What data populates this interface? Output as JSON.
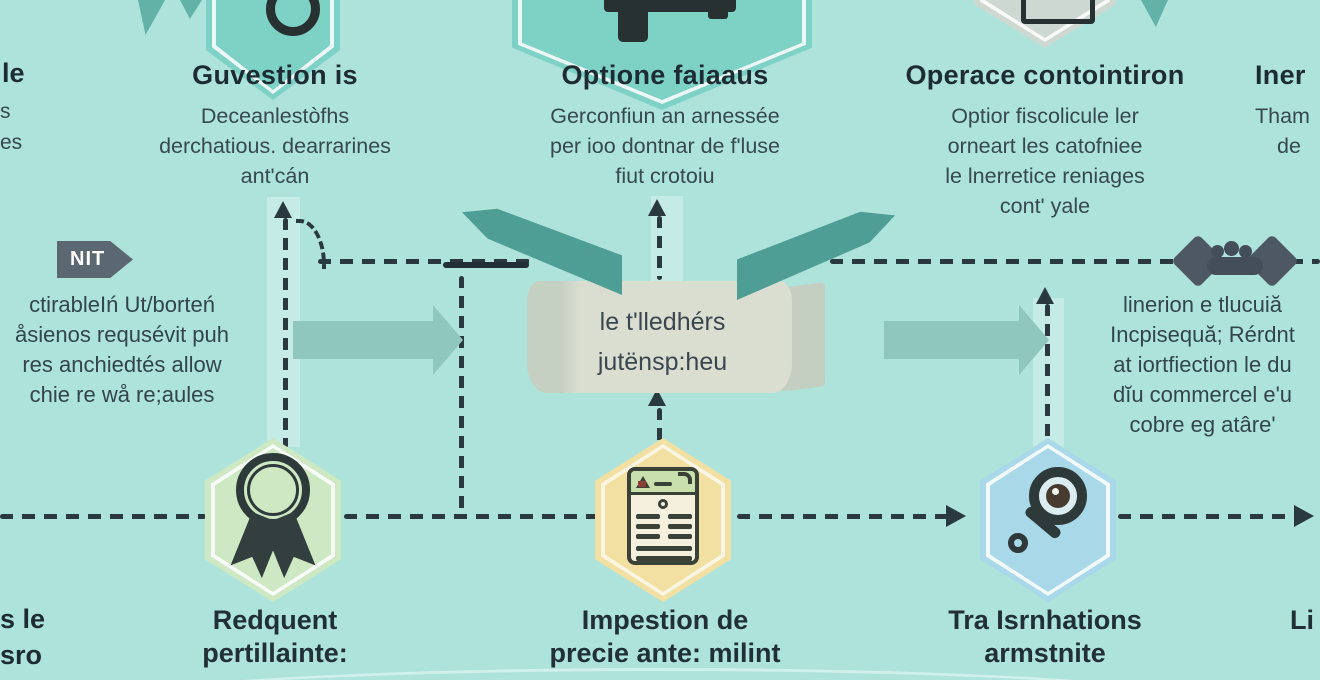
{
  "palette": {
    "background": "#ade3db",
    "ink": "#2a383f",
    "teal_arrow": "#8fc6bd",
    "flap_teal": "#4f9e95",
    "hex_green": "#cfe8c4",
    "hex_yellow": "#f2dfa2",
    "hex_blue": "#a9d9e9",
    "hex_top_teal": "#7ed1c5",
    "badge_gray": "#5b6771",
    "box_face": "#d9ded1"
  },
  "top": {
    "left_fragments": {
      "line1": "le",
      "line2": "s",
      "line3": "es"
    },
    "columns": [
      {
        "title": "Guvestion is",
        "desc_lines": [
          "Deceanlestòfhs",
          "derchatious. dearrarines",
          "ant'cán"
        ]
      },
      {
        "title": "Optione faiaaus",
        "desc_lines": [
          "Gerconfiun an arnessée",
          "per ioo dontnar de f'luse",
          "fiut crotoiu"
        ]
      },
      {
        "title": "Operace contointiron",
        "desc_lines": [
          "Optior fiscolicule ler",
          "orneart les catofniee",
          "le lnerretice reniages",
          "cont' yale"
        ]
      },
      {
        "title": "Iner",
        "desc_lines": [
          "Tham",
          "de"
        ]
      }
    ]
  },
  "middle": {
    "nit_label": "NIT",
    "left_text_lines": [
      "ctirableIń Ut/borteń",
      "åsienos requsévit puh",
      "res anchiedtés allow",
      "chie re wå re;aules"
    ],
    "box_lines": [
      "le t'lledhérs",
      "jutënsp:heu"
    ],
    "right_text_lines": [
      "linerion e tlucuiă",
      "Incpisequă; Rérdnt",
      "at iortfiection le du",
      "dĭu commercel e'u",
      "cobre eg atâre'"
    ]
  },
  "bottom": {
    "left_fragments": {
      "line1": "s le",
      "line2": "sro"
    },
    "items": [
      {
        "icon": "award-ribbon-icon",
        "label_lines": [
          "Redquent",
          "pertillainte:"
        ]
      },
      {
        "icon": "document-icon",
        "label_lines": [
          "Impestion de",
          "precie ante: milint"
        ]
      },
      {
        "icon": "magnifier-icon",
        "label_lines": [
          "Tra Isrnhations",
          "armstnite"
        ]
      },
      {
        "icon": "none",
        "label_lines": [
          "Li"
        ]
      }
    ]
  }
}
